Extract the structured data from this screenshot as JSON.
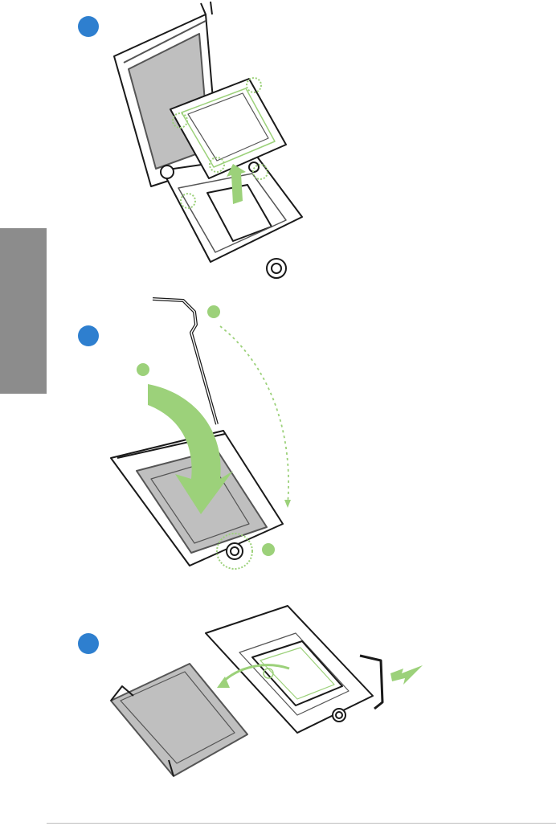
{
  "steps": [
    {
      "name": "step-1",
      "description": ""
    },
    {
      "name": "step-2",
      "description": ""
    },
    {
      "name": "step-3",
      "description": ""
    }
  ],
  "colors": {
    "step_marker": "#2e7fcf",
    "accent_green": "#9cd17a",
    "line_dark": "#1a1a1a",
    "socket_fill": "#ffffff",
    "pad_gray": "#bfbfbf",
    "side_tab": "#8c8c8c",
    "rule": "#bdbdbd"
  },
  "icons": [
    "insert-arrow-icon",
    "lower-arrow-icon",
    "push-arrow-icon",
    "swing-arrow-icon",
    "screw-icon",
    "lever-icon"
  ]
}
